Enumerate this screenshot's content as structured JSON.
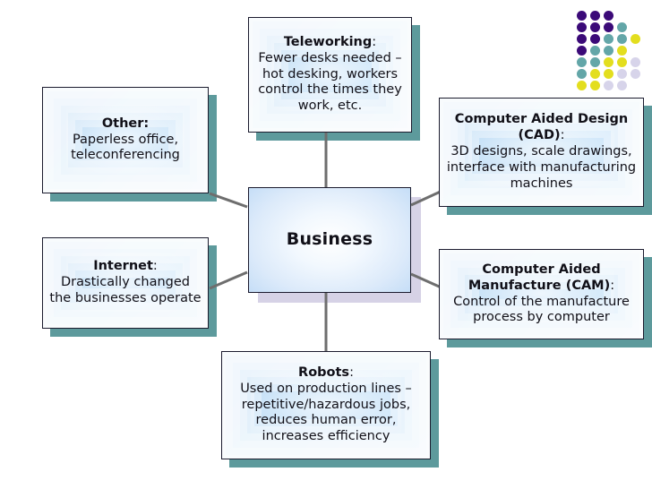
{
  "diagram": {
    "type": "radial-concept-map",
    "center": {
      "id": "business",
      "label": "Business"
    },
    "nodes": [
      {
        "id": "teleworking",
        "title": "Teleworking",
        "title_suffix": ":",
        "body": "Fewer desks needed – hot desking, workers control the times they work, etc."
      },
      {
        "id": "other",
        "title": "Other:",
        "title_suffix": "",
        "body": "Paperless office, teleconferencing"
      },
      {
        "id": "internet",
        "title": "Internet",
        "title_suffix": ":",
        "body": "Drastically changed the businesses operate"
      },
      {
        "id": "cad",
        "title": "Computer Aided Design (CAD)",
        "title_suffix": ":",
        "body": "3D designs, scale drawings, interface with manufacturing machines"
      },
      {
        "id": "cam",
        "title": "Computer Aided Manufacture (CAM)",
        "title_suffix": ":",
        "body": "Control of the manufacture process by computer"
      },
      {
        "id": "robots",
        "title": "Robots",
        "title_suffix": ":",
        "body": "Used on production lines – repetitive/hazardous jobs, reduces human error, increases efficiency"
      }
    ],
    "connections": [
      {
        "from": "business",
        "to": "teleworking"
      },
      {
        "from": "business",
        "to": "other"
      },
      {
        "from": "business",
        "to": "internet"
      },
      {
        "from": "business",
        "to": "cad"
      },
      {
        "from": "business",
        "to": "cam"
      },
      {
        "from": "business",
        "to": "robots"
      }
    ]
  },
  "colors": {
    "connector": "#6e6e6e",
    "node_border": "#1b1b2e",
    "node_fill_light": "#cfe7fa",
    "node_fill_blue": "#aed3f2",
    "node_shadow_teal": "#5d9a9c",
    "center_shadow_lavender": "#d6d2e6",
    "text": "#111018",
    "dot_purple": "#3b0a78",
    "dot_teal": "#63a6a8",
    "dot_yellow": "#e3de1e",
    "dot_lavender": "#d7d4ea",
    "background": "#ffffff"
  },
  "decoration": {
    "name": "dot-grid",
    "rows": 7,
    "cols": 5,
    "palette_map": [
      [
        "purple",
        "purple",
        "purple",
        "none",
        "none"
      ],
      [
        "purple",
        "purple",
        "purple",
        "teal",
        "none"
      ],
      [
        "purple",
        "purple",
        "teal",
        "teal",
        "yellow"
      ],
      [
        "purple",
        "teal",
        "teal",
        "yellow",
        "none"
      ],
      [
        "teal",
        "teal",
        "yellow",
        "yellow",
        "lavender"
      ],
      [
        "teal",
        "yellow",
        "yellow",
        "lavender",
        "lavender"
      ],
      [
        "yellow",
        "yellow",
        "lavender",
        "lavender",
        "none"
      ]
    ]
  }
}
